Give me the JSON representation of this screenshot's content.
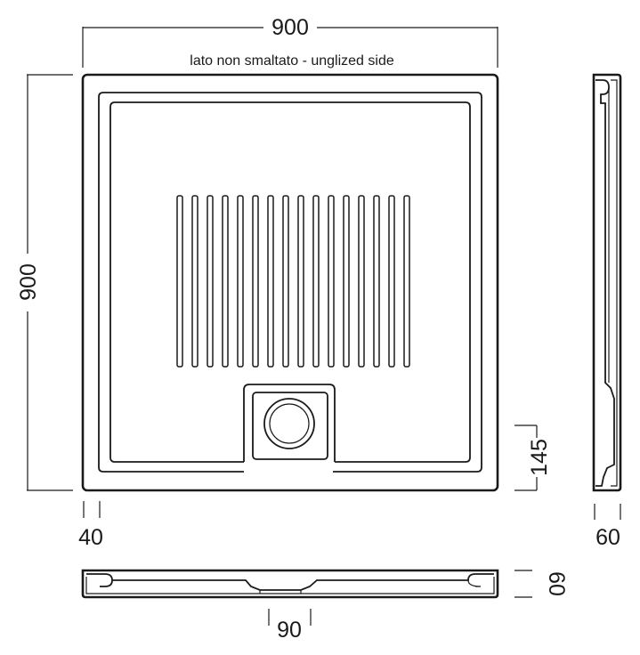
{
  "dimensions": {
    "top_width": "900",
    "left_height": "900",
    "left_rim": "40",
    "drain_offset": "145",
    "side_depth": "60",
    "bottom_height": "60",
    "drain_width": "90"
  },
  "note": "lato non smaltato - unglized side",
  "colors": {
    "line": "#1a1a1a",
    "background": "#ffffff"
  }
}
